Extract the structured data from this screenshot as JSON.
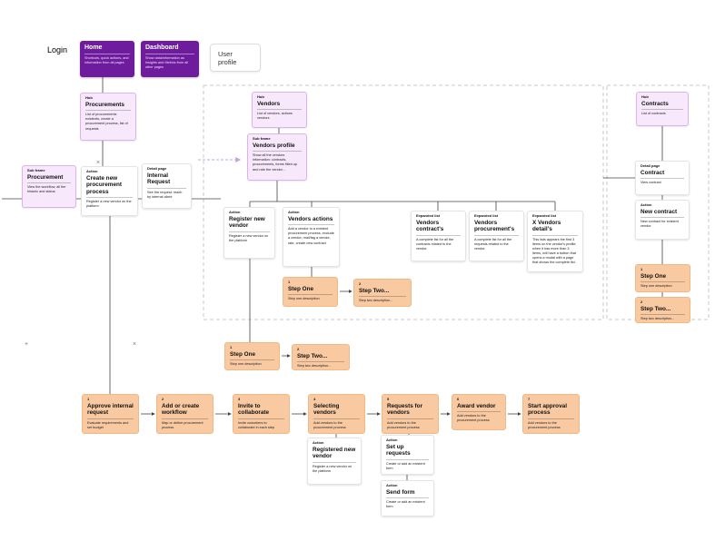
{
  "labels": {
    "login": "Login",
    "plus_mark": "+",
    "close_mark_1": "×",
    "close_mark_2": "×"
  },
  "nav": {
    "home": {
      "title": "Home",
      "desc": "Shortcuts, quick actions, and information from all pages"
    },
    "dashboard": {
      "title": "Dashboard",
      "desc": "Show data/information as insights and Metrics from all other pages"
    },
    "user_profile": {
      "title": "User profile"
    }
  },
  "cards": {
    "procurements": {
      "tag": "Hub",
      "title": "Procurements",
      "desc": "List of procurements existents, create a procurement process, list of requests"
    },
    "vendors": {
      "tag": "Hub",
      "title": "Vendors",
      "desc": "List of vendors, actions vendors"
    },
    "vendors_profile": {
      "tag": "Sub frame",
      "title": "Vendors profile",
      "desc": "Show all the vendors information: contracts, procurements, forms filled up and rate the vendor..."
    },
    "contracts": {
      "tag": "Hub",
      "title": "Contracts",
      "desc": "List of contracts"
    },
    "procurement": {
      "tag": "Sub frame",
      "title": "Procurement",
      "desc": "View the workflow, all the historic and status"
    },
    "create_new_procurement": {
      "tag": "Action",
      "title": "Create new procurement process",
      "desc": "Register a new vendor on the platform"
    },
    "internal_request": {
      "tag": "Detail page",
      "title": "Internal Request",
      "desc": "See the request: reach by internal client"
    },
    "register_new_vendor": {
      "tag": "Action",
      "title": "Register new vendor",
      "desc": "Register a new vendor on the platform"
    },
    "vendors_actions": {
      "tag": "Action",
      "title": "Vendors actions",
      "desc": "Add a vendor to a existent procurement process, exclude a vendor, mail/tag a vendor, rate, create new contract"
    },
    "vendors_contracts": {
      "tag": "Expanded list",
      "title": "Vendors contract's",
      "desc": "A complete list for all the contracts related to the vendor."
    },
    "vendors_procurements": {
      "tag": "Expanded list",
      "title": "Vendors procurement's",
      "desc": "A complete list for all the requests related to the vendor."
    },
    "x_vendors_details": {
      "tag": "Expanded list",
      "title": "X Vendors detail's",
      "desc": "This lists appears the first 3 items on the vendor's profile; when it has more than 3 items, will have a button that opens a modal with a page that shows the complete list."
    },
    "contract": {
      "tag": "Detail page",
      "title": "Contract",
      "desc": "View contract"
    },
    "new_contract": {
      "tag": "Action",
      "title": "New contract",
      "desc": "New contract for existent vendor"
    },
    "registered_new_vendor": {
      "tag": "Action",
      "title": "Registered new vendor",
      "desc": "Register a new vendor on the platform"
    },
    "set_up_requests": {
      "tag": "Action",
      "title": "Set up requests",
      "desc": "Create or add an existent form"
    },
    "send_form": {
      "tag": "Action",
      "title": "Send form",
      "desc": "Create or add an existent form"
    }
  },
  "steps": {
    "vendors_step_1": {
      "num": "1",
      "title": "Step One",
      "desc": "Step one description"
    },
    "vendors_step_2": {
      "num": "2",
      "title": "Step Two...",
      "desc": "Step two description..."
    },
    "register_step_1": {
      "num": "1",
      "title": "Step One",
      "desc": "Step one description"
    },
    "register_step_2": {
      "num": "2",
      "title": "Step Two...",
      "desc": "Step two description..."
    },
    "contract_step_1": {
      "num": "1",
      "title": "Step One",
      "desc": "Step one description"
    },
    "contract_step_2": {
      "num": "2",
      "title": "Step Two...",
      "desc": "Step two description..."
    },
    "flow_1": {
      "num": "1",
      "title": "Approve internal request",
      "desc": "Evaluate requirements and set budget"
    },
    "flow_2": {
      "num": "2",
      "title": "Add or create workflow",
      "desc": "Map or define procurement process"
    },
    "flow_3": {
      "num": "3",
      "title": "Invite to collaborate",
      "desc": "Invite coworkers to collaborate in each step"
    },
    "flow_4": {
      "num": "4",
      "title": "Selecting vendors",
      "desc": "Add vendors to the procurement process"
    },
    "flow_5": {
      "num": "5",
      "title": "Requests for vendors",
      "desc": "Add vendors to the procurement process"
    },
    "flow_6": {
      "num": "6",
      "title": "Award vendor",
      "desc": "Add vendors to the procurement process"
    },
    "flow_7": {
      "num": "7",
      "title": "Start approval process",
      "desc": "Add vendors to the procurement process"
    }
  },
  "colors": {
    "nav_purple": "#6E1B9E",
    "lavender_fill": "#F7E9FB",
    "lavender_border": "#D9B3EA",
    "orange_fill": "#F9C9A2",
    "card_border": "#E4E4E4",
    "connector_line": "#444444",
    "dashed_frame": "#C9C9C9",
    "dashed_arrow": "#C9A2E0"
  }
}
